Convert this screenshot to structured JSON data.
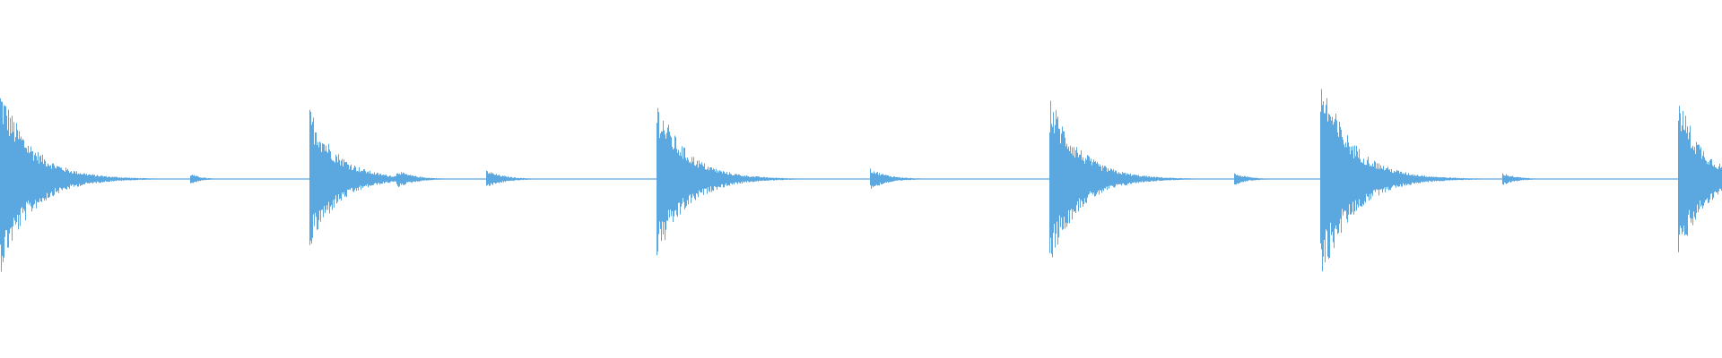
{
  "waveform": {
    "color": "#5ba8e0",
    "background": "#ffffff",
    "duration": 1.0,
    "baseline_amplitude": 0.004,
    "transients": [
      {
        "time": 0.0,
        "peak_up": 1.1,
        "peak_down": 1.1,
        "decay": 0.018,
        "tail": 0.035,
        "tail_len": 0.09
      },
      {
        "time": 0.111,
        "peak_up": 0.06,
        "peak_down": 0.06,
        "decay": 0.006,
        "tail": 0.0,
        "tail_len": 0.0
      },
      {
        "time": 0.18,
        "peak_up": 0.83,
        "peak_down": 0.82,
        "decay": 0.016,
        "tail": 0.025,
        "tail_len": 0.05
      },
      {
        "time": 0.231,
        "peak_up": 0.1,
        "peak_down": 0.1,
        "decay": 0.01,
        "tail": 0.012,
        "tail_len": 0.03
      },
      {
        "time": 0.283,
        "peak_up": 0.1,
        "peak_down": 0.1,
        "decay": 0.01,
        "tail": 0.008,
        "tail_len": 0.03
      },
      {
        "time": 0.382,
        "peak_up": 0.9,
        "peak_down": 0.92,
        "decay": 0.017,
        "tail": 0.03,
        "tail_len": 0.11
      },
      {
        "time": 0.506,
        "peak_up": 0.12,
        "peak_down": 0.12,
        "decay": 0.01,
        "tail": 0.01,
        "tail_len": 0.02
      },
      {
        "time": 0.61,
        "peak_up": 0.97,
        "peak_down": 0.97,
        "decay": 0.017,
        "tail": 0.03,
        "tail_len": 0.1
      },
      {
        "time": 0.717,
        "peak_up": 0.07,
        "peak_down": 0.07,
        "decay": 0.008,
        "tail": 0.008,
        "tail_len": 0.02
      },
      {
        "time": 0.767,
        "peak_up": 1.22,
        "peak_down": 1.22,
        "decay": 0.018,
        "tail": 0.03,
        "tail_len": 0.1
      },
      {
        "time": 0.873,
        "peak_up": 0.07,
        "peak_down": 0.07,
        "decay": 0.008,
        "tail": 0.008,
        "tail_len": 0.02
      },
      {
        "time": 0.975,
        "peak_up": 0.98,
        "peak_down": 0.98,
        "decay": 0.014,
        "tail": 0.04,
        "tail_len": 0.03
      }
    ]
  }
}
